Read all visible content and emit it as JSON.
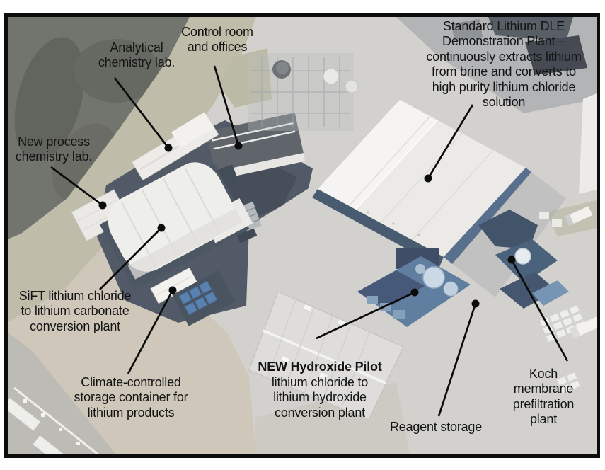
{
  "figure": {
    "description": "Aerial photograph of the Standard Lithium demonstration plant site with black callout labels and leader lines",
    "frame_border_color": "#0d0d0d",
    "page_background": "#ffffff",
    "text_color": "#141414"
  },
  "photo_colors": {
    "concrete": "#cbc9c5",
    "gravel": "#c7bfae",
    "grass": "#b4b29b",
    "trees": "#5a5d54",
    "navy_structures": "#2a3f58",
    "steel_blue": "#45688f",
    "white_roof": "#e9e7e3"
  },
  "labels": [
    {
      "id": "analytical-chemistry-lab",
      "text": "Analytical\nchemistry lab."
    },
    {
      "id": "control-room-offices",
      "text": "Control room\nand offices"
    },
    {
      "id": "dle-demonstration-plant",
      "text": "Standard Lithium DLE\nDemonstration Plant –\ncontinuously extracts lithium\nfrom brine and converts to\nhigh purity lithium chloride\nsolution"
    },
    {
      "id": "new-process-chemistry-lab",
      "text": "New process\nchemistry lab."
    },
    {
      "id": "sift-conversion-plant",
      "text": "SiFT lithium chloride\nto lithium carbonate\nconversion plant"
    },
    {
      "id": "climate-controlled-storage",
      "text": "Climate-controlled\nstorage container for\nlithium products"
    },
    {
      "id": "new-hydroxide-pilot",
      "title": "NEW Hydroxide Pilot",
      "text": "lithium chloride to\nlithium hydroxide\nconversion plant"
    },
    {
      "id": "reagent-storage",
      "text": "Reagent storage"
    },
    {
      "id": "koch-membrane-prefiltration",
      "text": "Koch membrane\nprefiltration plant"
    }
  ]
}
